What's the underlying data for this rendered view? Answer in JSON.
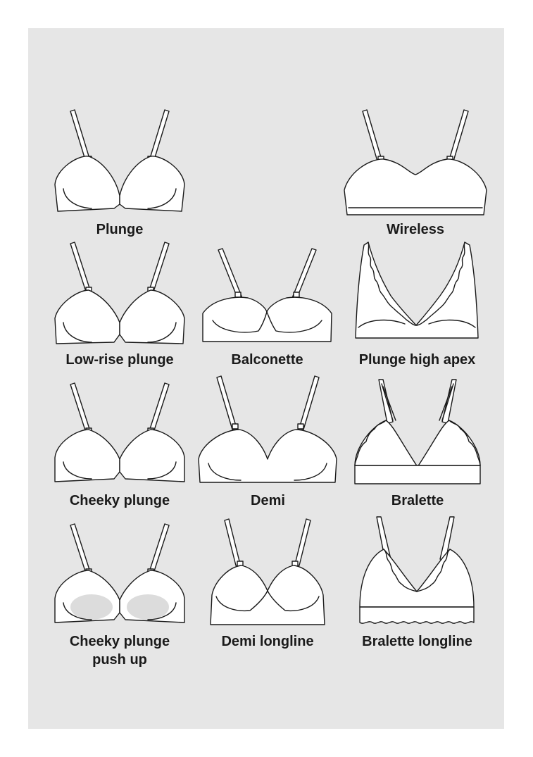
{
  "styles": [
    {
      "name": "Plunge"
    },
    {
      "name": "Wireless"
    },
    {
      "name": "Low-rise plunge"
    },
    {
      "name": "Balconette"
    },
    {
      "name": "Plunge high apex"
    },
    {
      "name": "Cheeky plunge"
    },
    {
      "name": "Demi"
    },
    {
      "name": "Bralette"
    },
    {
      "name": "Cheeky plunge\npush up"
    },
    {
      "name": "Demi longline"
    },
    {
      "name": "Bralette longline"
    }
  ],
  "colors": {
    "panel": "#e6e6e6",
    "line": "#1a1a1a",
    "fill": "#ffffff",
    "padding": "#dcdcdc"
  }
}
